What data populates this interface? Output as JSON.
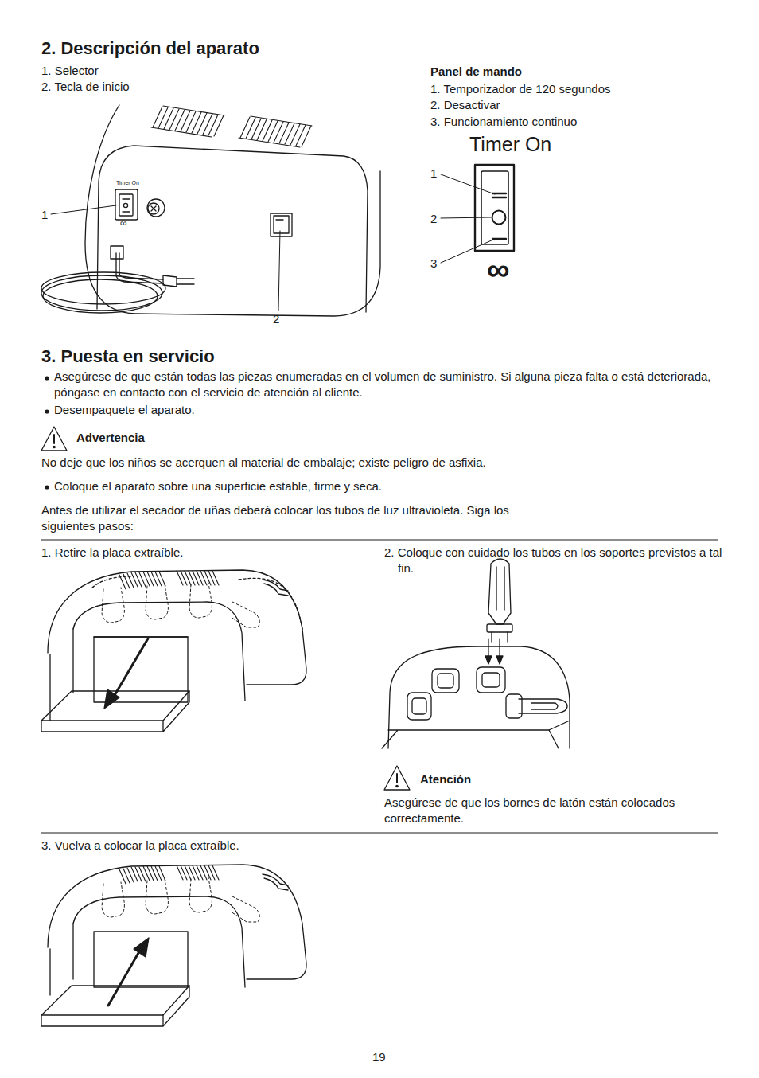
{
  "diagram": {
    "title": "2. Descripción del aparato",
    "labels": [
      "1. Selector",
      "2. Tecla de inicio",
      "Panel de mando",
      "1. Temporizador de 120 segundos",
      "2. Desactivar",
      "3. Funcionamiento continuo",
      "Timer On",
      "∞",
      "1",
      "2",
      "Timer On",
      "1",
      "2",
      "3",
      "∞",
      "3. Puesta en servicio",
      "Asegúrese de que están todas las piezas enumeradas en el volumen de suministro. Si alguna pieza falta o está deteriorada, póngase en contacto con el servicio de atención al cliente.",
      "Desempaquete el aparato.",
      "Advertencia",
      "No deje que los niños se acerquen al material de embalaje; existe peligro de asfixia.",
      "Coloque el aparato sobre una superficie estable, firme y seca.",
      "Antes de utilizar el secador de uñas deberá colocar los tubos de luz ultravioleta. Siga los siguientes pasos:",
      "1. Retire la placa extraíble.",
      "2. Coloque con cuidado los tubos en los soportes previstos a tal fin.",
      "Atención",
      "Asegúrese de que los bornes de latón están colocados correctamente.",
      "3. Vuelva a colocar la placa extraíble.",
      "19"
    ]
  }
}
